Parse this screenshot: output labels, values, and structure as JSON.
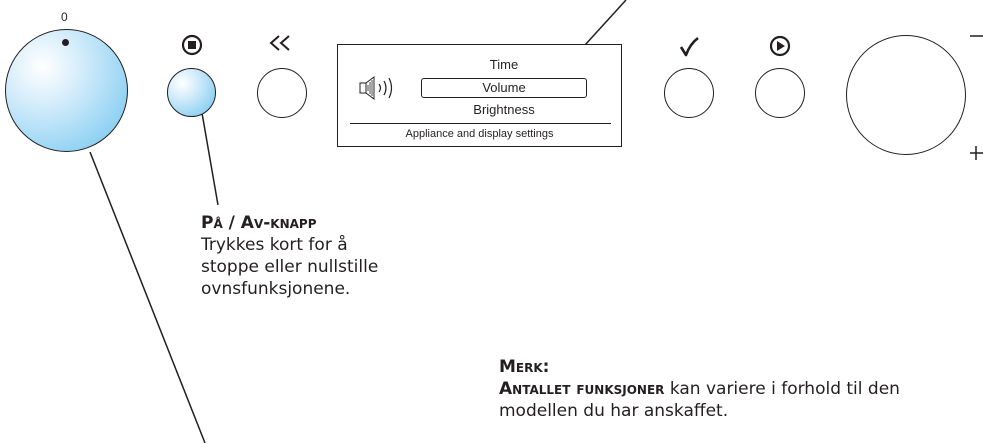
{
  "panel": {
    "left_knob_scale_label": "0",
    "minus_sign": "−",
    "plus_sign": "+",
    "stop_icon": "stop-circle-icon",
    "rewind_icon": "rewind-icon",
    "check_icon": "checkmark-icon",
    "play_icon": "play-circle-icon"
  },
  "display": {
    "menu_items": [
      "Time",
      "Volume",
      "Brightness"
    ],
    "selected_index": 1,
    "footer": "Appliance and display settings",
    "speaker_icon": "speaker-volume-icon"
  },
  "callouts": {
    "onoff": {
      "heading": "På / Av-knapp",
      "lines": [
        "Trykkes kort for å",
        "stoppe eller nullstille",
        "ovnsfunksjonene."
      ]
    },
    "note": {
      "heading": "Merk:",
      "bold_lead": "Antallet funksjoner",
      "rest_line1": " kan variere i forhold til den",
      "line2": "modellen du har anskaffet."
    }
  },
  "colors": {
    "knob_blue": "#6fc3ee",
    "line": "#231f20"
  }
}
